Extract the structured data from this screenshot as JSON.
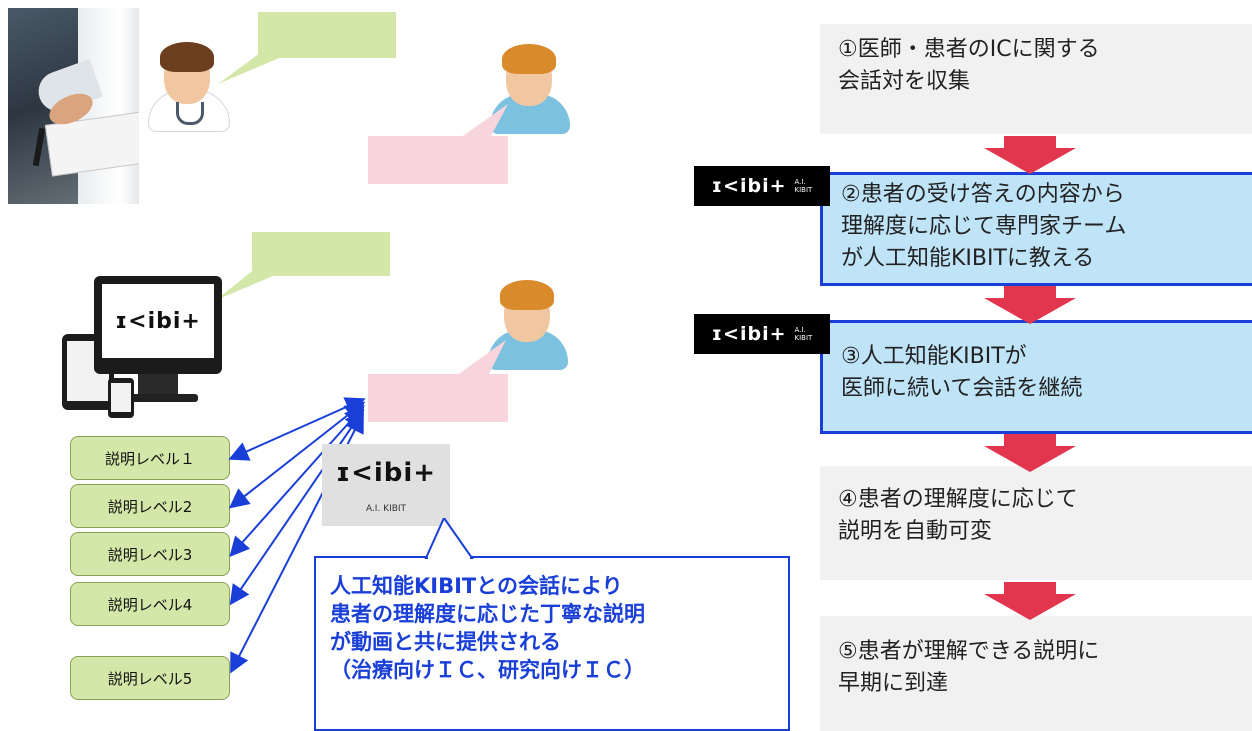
{
  "logo": {
    "mark": "ɪ<ibi+",
    "caption": "A.I. KIBIT",
    "small_caption": "A.I.\nKIBIT"
  },
  "levels": [
    "説明レベル１",
    "説明レベル2",
    "説明レベル3",
    "説明レベル4",
    "説明レベル5"
  ],
  "callout": "人工知能KIBITとの会話により\n患者の理解度に応じた丁寧な説明\nが動画と共に提供される\n（治療向けＩＣ、研究向けＩＣ）",
  "steps": [
    "①医師・患者のICに関する\n会話対を収集",
    "②患者の受け答えの内容から\n理解度に応じて専門家チーム\nが人工知能KIBITに教える",
    "③人工知能KIBITが\n医師に続いて会話を継続",
    "④患者の理解度に応じて\n説明を自動可変",
    "⑤患者が理解できる説明に\n早期に到達"
  ],
  "colors": {
    "accent_blue": "#1a3fd8",
    "arrow_red": "#e2364f",
    "bubble_green": "#d3e8a8",
    "bubble_pink": "#f8d5dd",
    "step_blue": "#bfe3f7",
    "step_grey": "#f1f1f1"
  },
  "icons": [
    "doctor-avatar-icon",
    "patient-avatar-icon",
    "monitor-icon",
    "tablet-icon",
    "phone-icon",
    "down-arrow-icon"
  ]
}
